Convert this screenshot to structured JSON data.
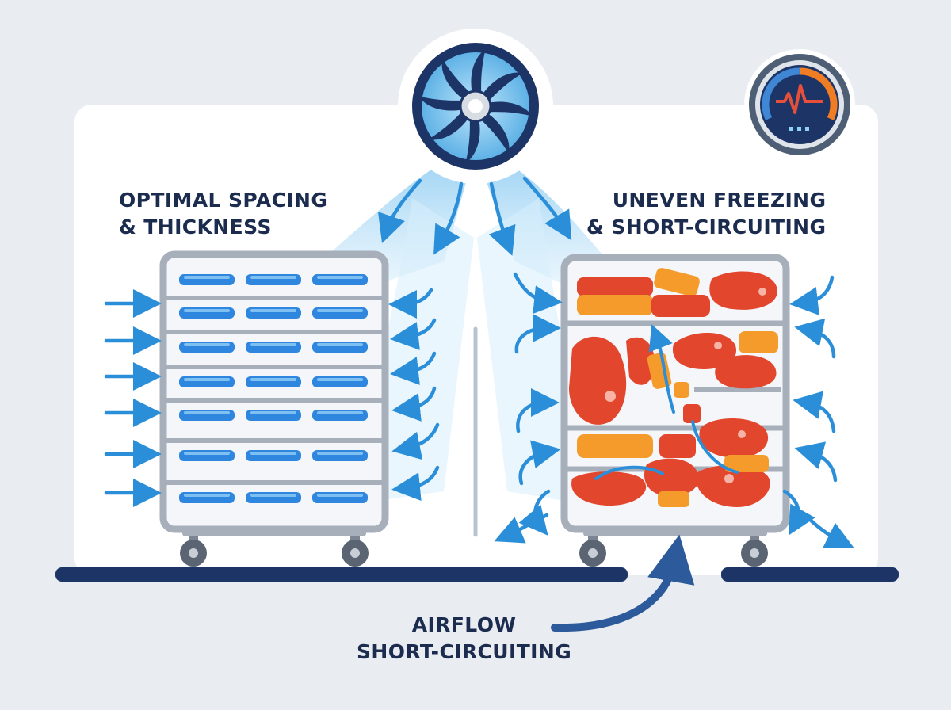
{
  "left_panel": {
    "title_line1": "OPTIMAL SPACING",
    "title_line2": "& THICKNESS"
  },
  "right_panel": {
    "title_line1": "UNEVEN FREEZING",
    "title_line2": "& SHORT-CIRCUITING"
  },
  "callout": {
    "line1": "AIRFLOW",
    "line2": "SHORT-CIRCUITING"
  },
  "icons": {
    "fan": "fan-icon",
    "gauge": "temperature-gauge-icon"
  },
  "colors": {
    "airflow_blue": "#2a8fd8",
    "tray_blue": "#2e86de",
    "meat_red": "#e2462d",
    "meat_orange": "#f59b2b",
    "floor_navy": "#1d3466",
    "rack_gray": "#a7afbb"
  }
}
